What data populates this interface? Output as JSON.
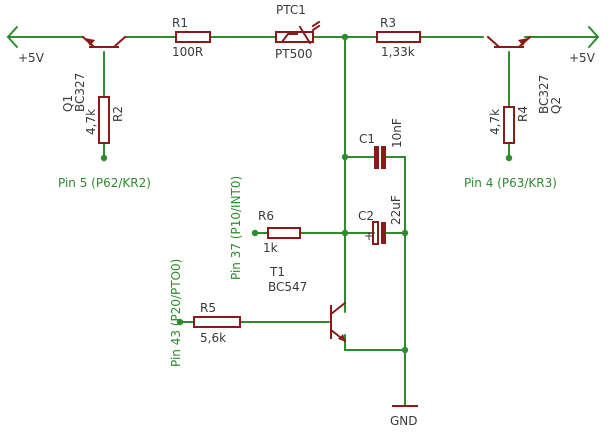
{
  "labels": {
    "vcc_left": "+5V",
    "vcc_right": "+5V",
    "gnd": "GND",
    "r1_name": "R1",
    "r1_val": "100R",
    "ptc_name": "PTC1",
    "ptc_val": "PT500",
    "r3_name": "R3",
    "r3_val": "1,33k",
    "q1_name": "Q1",
    "q1_val": "BC327",
    "q2_name": "Q2",
    "q2_val": "BC327",
    "r2_name": "R2",
    "r2_val": "4,7k",
    "r4_name": "R4",
    "r4_val": "4,7k",
    "c1_name": "C1",
    "c1_val": "10nF",
    "c2_name": "C2",
    "c2_val": "22uF",
    "c2_plus": "+",
    "r6_name": "R6",
    "r6_val": "1k",
    "r5_name": "R5",
    "r5_val": "5,6k",
    "t1_name": "T1",
    "t1_val": "BC547",
    "pin5": "Pin 5 (P62/KR2)",
    "pin4": "Pin 4 (P63/KR3)",
    "pin37": "Pin 37 (P10/INT0)",
    "pin43": "Pin 43 (P20/PTO0)"
  },
  "colors": {
    "wire": "#2e8b2e",
    "part": "#8b1a1a",
    "text": "#3a3a3a"
  }
}
